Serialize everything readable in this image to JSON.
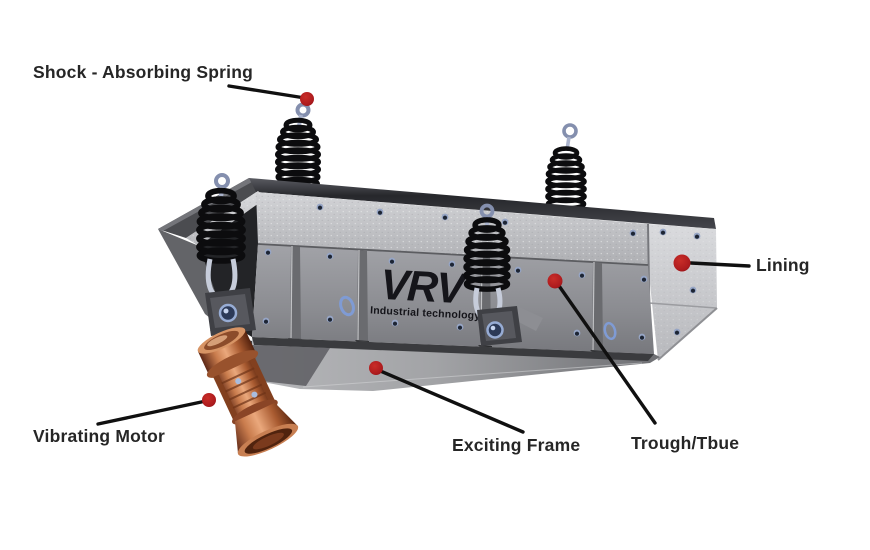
{
  "figure": {
    "title": "Vibrating feeder labeled parts diagram",
    "background_color": "#ffffff"
  },
  "logo": {
    "brand": "VRV",
    "tagline": "Industrial technology"
  },
  "callouts": {
    "shock_absorbing_spring": {
      "label": "Shock - Absorbing Spring"
    },
    "lining": {
      "label": "Lining"
    },
    "vibrating_motor": {
      "label": "Vibrating Motor"
    },
    "exciting_frame": {
      "label": "Exciting Frame"
    },
    "trough": {
      "label": "Trough/Tbue"
    }
  },
  "style": {
    "dot_color": "#b01d20",
    "leader_line_color": "#101010",
    "label_color": "#262626",
    "steel_light": "#cdced1",
    "steel_mid": "#8f9196",
    "steel_dark": "#3b3c41",
    "motor_copper": "#b96a3e",
    "hardware_blue": "#8ea7d8",
    "spring_black": "#0c0c0e"
  }
}
